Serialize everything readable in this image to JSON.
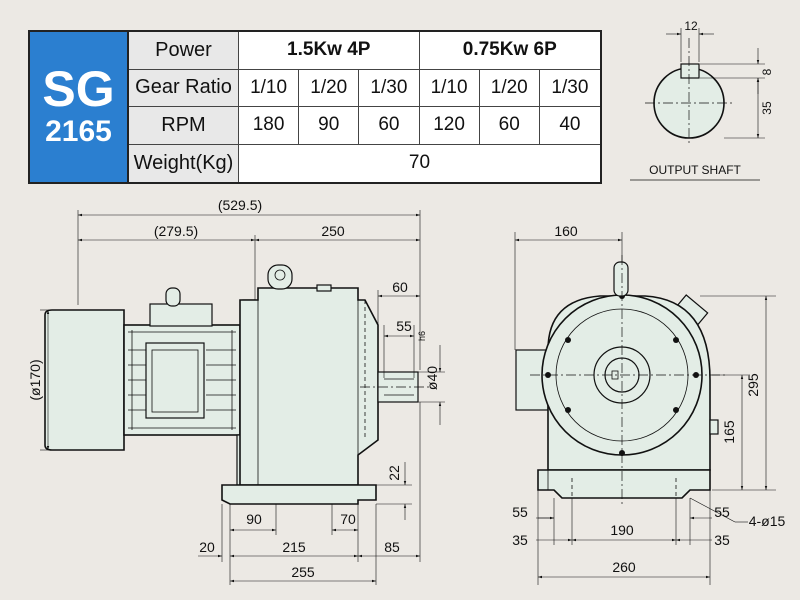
{
  "model": {
    "series": "SG",
    "number": "2165"
  },
  "table": {
    "row_labels": {
      "power": "Power",
      "gear_ratio": "Gear Ratio",
      "rpm": "RPM",
      "weight": "Weight(Kg)"
    },
    "motors": [
      {
        "power": "1.5Kw  4P",
        "ratios": [
          "1/10",
          "1/20",
          "1/30"
        ],
        "rpm": [
          "180",
          "90",
          "60"
        ]
      },
      {
        "power": "0.75Kw  6P",
        "ratios": [
          "1/10",
          "1/20",
          "1/30"
        ],
        "rpm": [
          "120",
          "60",
          "40"
        ]
      }
    ],
    "weight": "70"
  },
  "output_shaft": {
    "title": "OUTPUT  SHAFT",
    "key_width": "12",
    "key_depth": "8",
    "shaft_height": "35"
  },
  "side_view": {
    "overall_length": "(529.5)",
    "motor_length": "(279.5)",
    "gearbox_length": "250",
    "shaft_length": "60",
    "key_length": "55",
    "shaft_diameter": "ø40",
    "shaft_tolerance": "h6",
    "motor_diameter": "(ø170)",
    "base_height": "22",
    "foot_left": "90",
    "foot_right": "70",
    "base_offset": "20",
    "base_span": "215",
    "base_to_shaft": "85",
    "base_length": "255"
  },
  "front_view": {
    "center_offset": "160",
    "overall_height": "295",
    "shaft_height": "165",
    "foot_left_outer": "55",
    "foot_left_inner": "35",
    "foot_span": "190",
    "foot_right_outer": "55",
    "foot_right_inner": "35",
    "base_width": "260",
    "hole_spec": "4-ø15"
  }
}
